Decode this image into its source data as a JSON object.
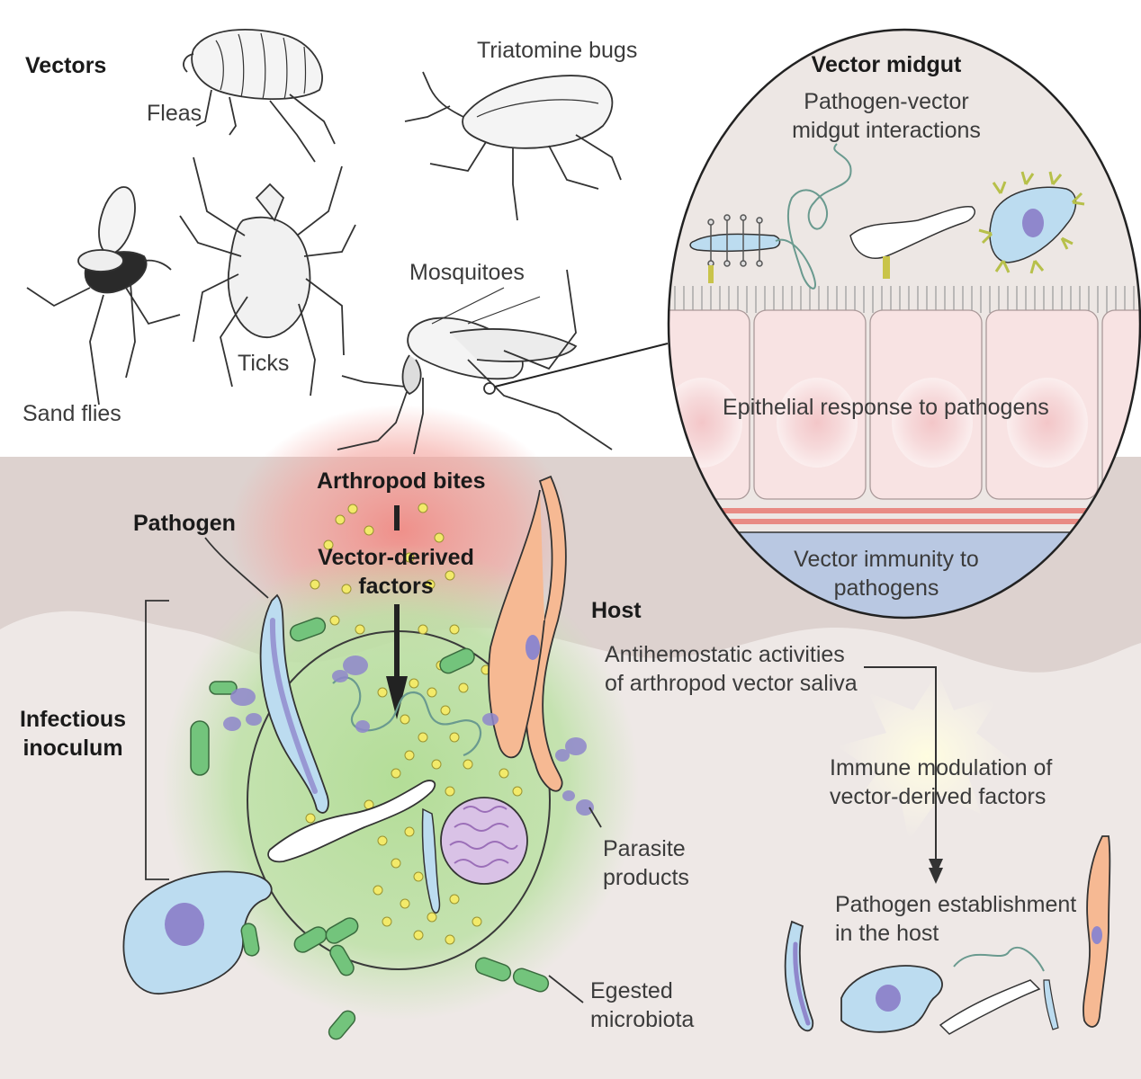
{
  "vectors": {
    "heading": "Vectors",
    "fleas": "Fleas",
    "triatomine_bugs": "Triatomine bugs",
    "sand_flies": "Sand flies",
    "ticks": "Ticks",
    "mosquitoes": "Mosquitoes"
  },
  "midgut": {
    "title": "Vector midgut",
    "subtitle_line1": "Pathogen-vector",
    "subtitle_line2": "midgut interactions",
    "epithelial": "Epithelial response to pathogens",
    "immunity_line1": "Vector immunity to",
    "immunity_line2": "pathogens"
  },
  "bite": {
    "arthropod_bites": "Arthropod bites",
    "vdf_line1": "Vector-derived",
    "vdf_line2": "factors"
  },
  "inoculum": {
    "pathogen": "Pathogen",
    "infectious_line1": "Infectious",
    "infectious_line2": "inoculum",
    "parasite_line1": "Parasite",
    "parasite_line2": "products",
    "egested_line1": "Egested",
    "egested_line2": "microbiota"
  },
  "host": {
    "title": "Host",
    "antihemostatic_line1": "Antihemostatic activities",
    "antihemostatic_line2": "of arthropod vector saliva",
    "immune_line1": "Immune modulation of",
    "immune_line2": "vector-derived factors",
    "establishment_line1": "Pathogen establishment",
    "establishment_line2": "in the host"
  },
  "colors": {
    "skin": "#ddd2cf",
    "tissue": "#efe9e6",
    "bite_glow": "#f2908a",
    "inoculum_green": "#a9d98f",
    "pathogen_blue": "#bcdcf0",
    "nucleus": "#8f87cc",
    "trypanosome_orange": "#f6b993",
    "microbiota_green": "#73c47c",
    "saliva_yellow": "#f2ea6a",
    "epithelium_pink": "#f6dcdc",
    "immunity_blue": "#b9c8e2"
  }
}
